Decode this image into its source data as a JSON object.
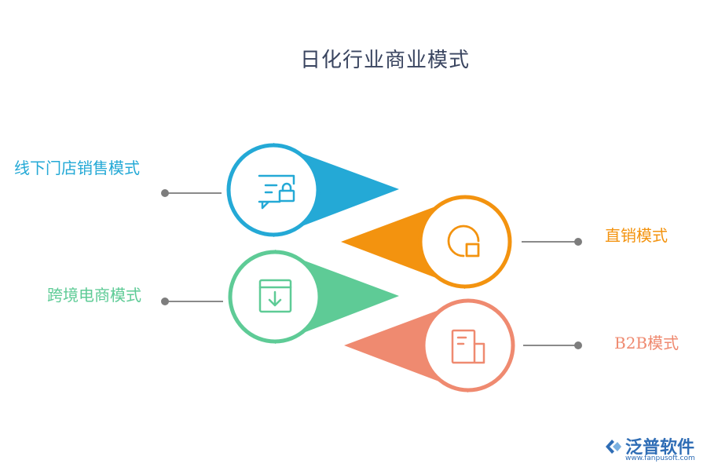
{
  "title": "日化行业商业模式",
  "items": [
    {
      "label": "线下门店销售模式",
      "color": "#24A9D6",
      "icon": "chat-lock-icon"
    },
    {
      "label": "直销模式",
      "color": "#F3930F",
      "icon": "pie-chart-icon"
    },
    {
      "label": "跨境电商模式",
      "color": "#5ECB96",
      "icon": "download-box-icon"
    },
    {
      "label": "B2B模式",
      "color": "#EF8A70",
      "icon": "document-icon"
    }
  ],
  "logo": {
    "name": "泛普软件",
    "url": "www.fanpusoft.com"
  }
}
